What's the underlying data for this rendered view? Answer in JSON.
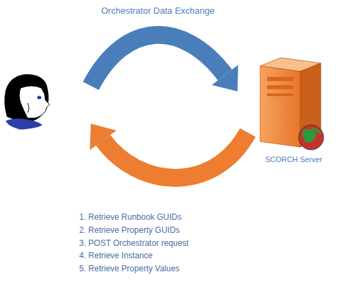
{
  "diagram": {
    "title": "Orchestrator Data Exchange",
    "nodes": [
      {
        "text": [
          "User"
        ]
      },
      {
        "text": [
          "SCORCH Server"
        ]
      }
    ],
    "edges": [
      {
        "from": 0,
        "to": 1,
        "arrow": "to"
      },
      {
        "from": 1,
        "to": 0,
        "arrow": "to"
      }
    ],
    "labels": [
      "1. Retrieve Runbook GUIDs",
      "2. Retrieve Property GUIDs",
      "3. POST Orchestrator request",
      "4. Retrieve Instance",
      "5. Retrieve Property Values"
    ]
  }
}
